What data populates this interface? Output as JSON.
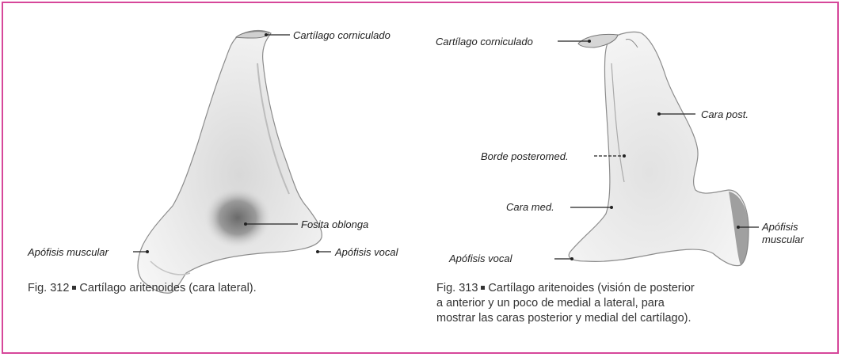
{
  "colors": {
    "frame": "#d6479a",
    "cartilage_shade": "#8a8a8a",
    "fossa_shade": "#555555"
  },
  "figure312": {
    "labels": {
      "corniculado": "Cartílago corniculado",
      "fosita": "Fosita oblonga",
      "muscular": "Apófisis muscular",
      "vocal": "Apófisis vocal"
    },
    "caption": {
      "number": "Fig. 312",
      "text": "Cartílago aritenoides (cara lateral)."
    }
  },
  "figure313": {
    "labels": {
      "corniculado": "Cartílago corniculado",
      "cara_post": "Cara post.",
      "borde": "Borde posteromed.",
      "cara_med": "Cara med.",
      "muscular_line1": "Apófisis",
      "muscular_line2": "muscular",
      "vocal": "Apófisis vocal"
    },
    "caption": {
      "number": "Fig. 313",
      "line1": "Cartílago aritenoides (visión de posterior",
      "line2": "a anterior y un poco de medial a lateral, para",
      "line3": "mostrar las caras posterior y medial del cartílago)."
    }
  }
}
